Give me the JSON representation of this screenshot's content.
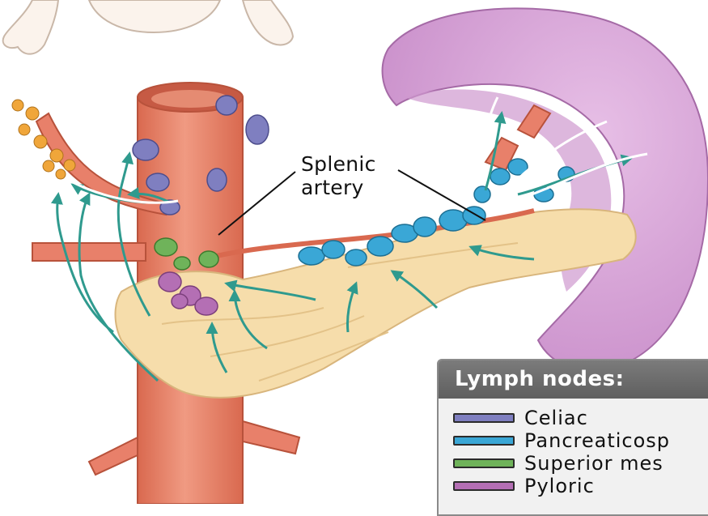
{
  "callout": {
    "line1": "Splenic",
    "line2": "artery"
  },
  "legend": {
    "title": "Lymph nodes:",
    "items": [
      {
        "label": "Celiac",
        "color": "#7f7fc0"
      },
      {
        "label": "Pancreaticosp",
        "color": "#3aa7d6"
      },
      {
        "label": "Superior mes",
        "color": "#6fb35a"
      },
      {
        "label": "Pyloric",
        "color": "#b46fb4"
      }
    ]
  },
  "colors": {
    "spleen": "#d9a8d8",
    "spleen_inner": "#c98fca",
    "vessel": "#e8806a",
    "pancreas": "#f6ddab",
    "arrow": "#2f9a8e",
    "node_celiac": "#7f7fc0",
    "node_pancreaticosplenic": "#3aa7d6",
    "node_superior_mesenteric": "#6fb35a",
    "node_pyloric": "#b46fb4",
    "node_orange": "#f0a63a"
  }
}
